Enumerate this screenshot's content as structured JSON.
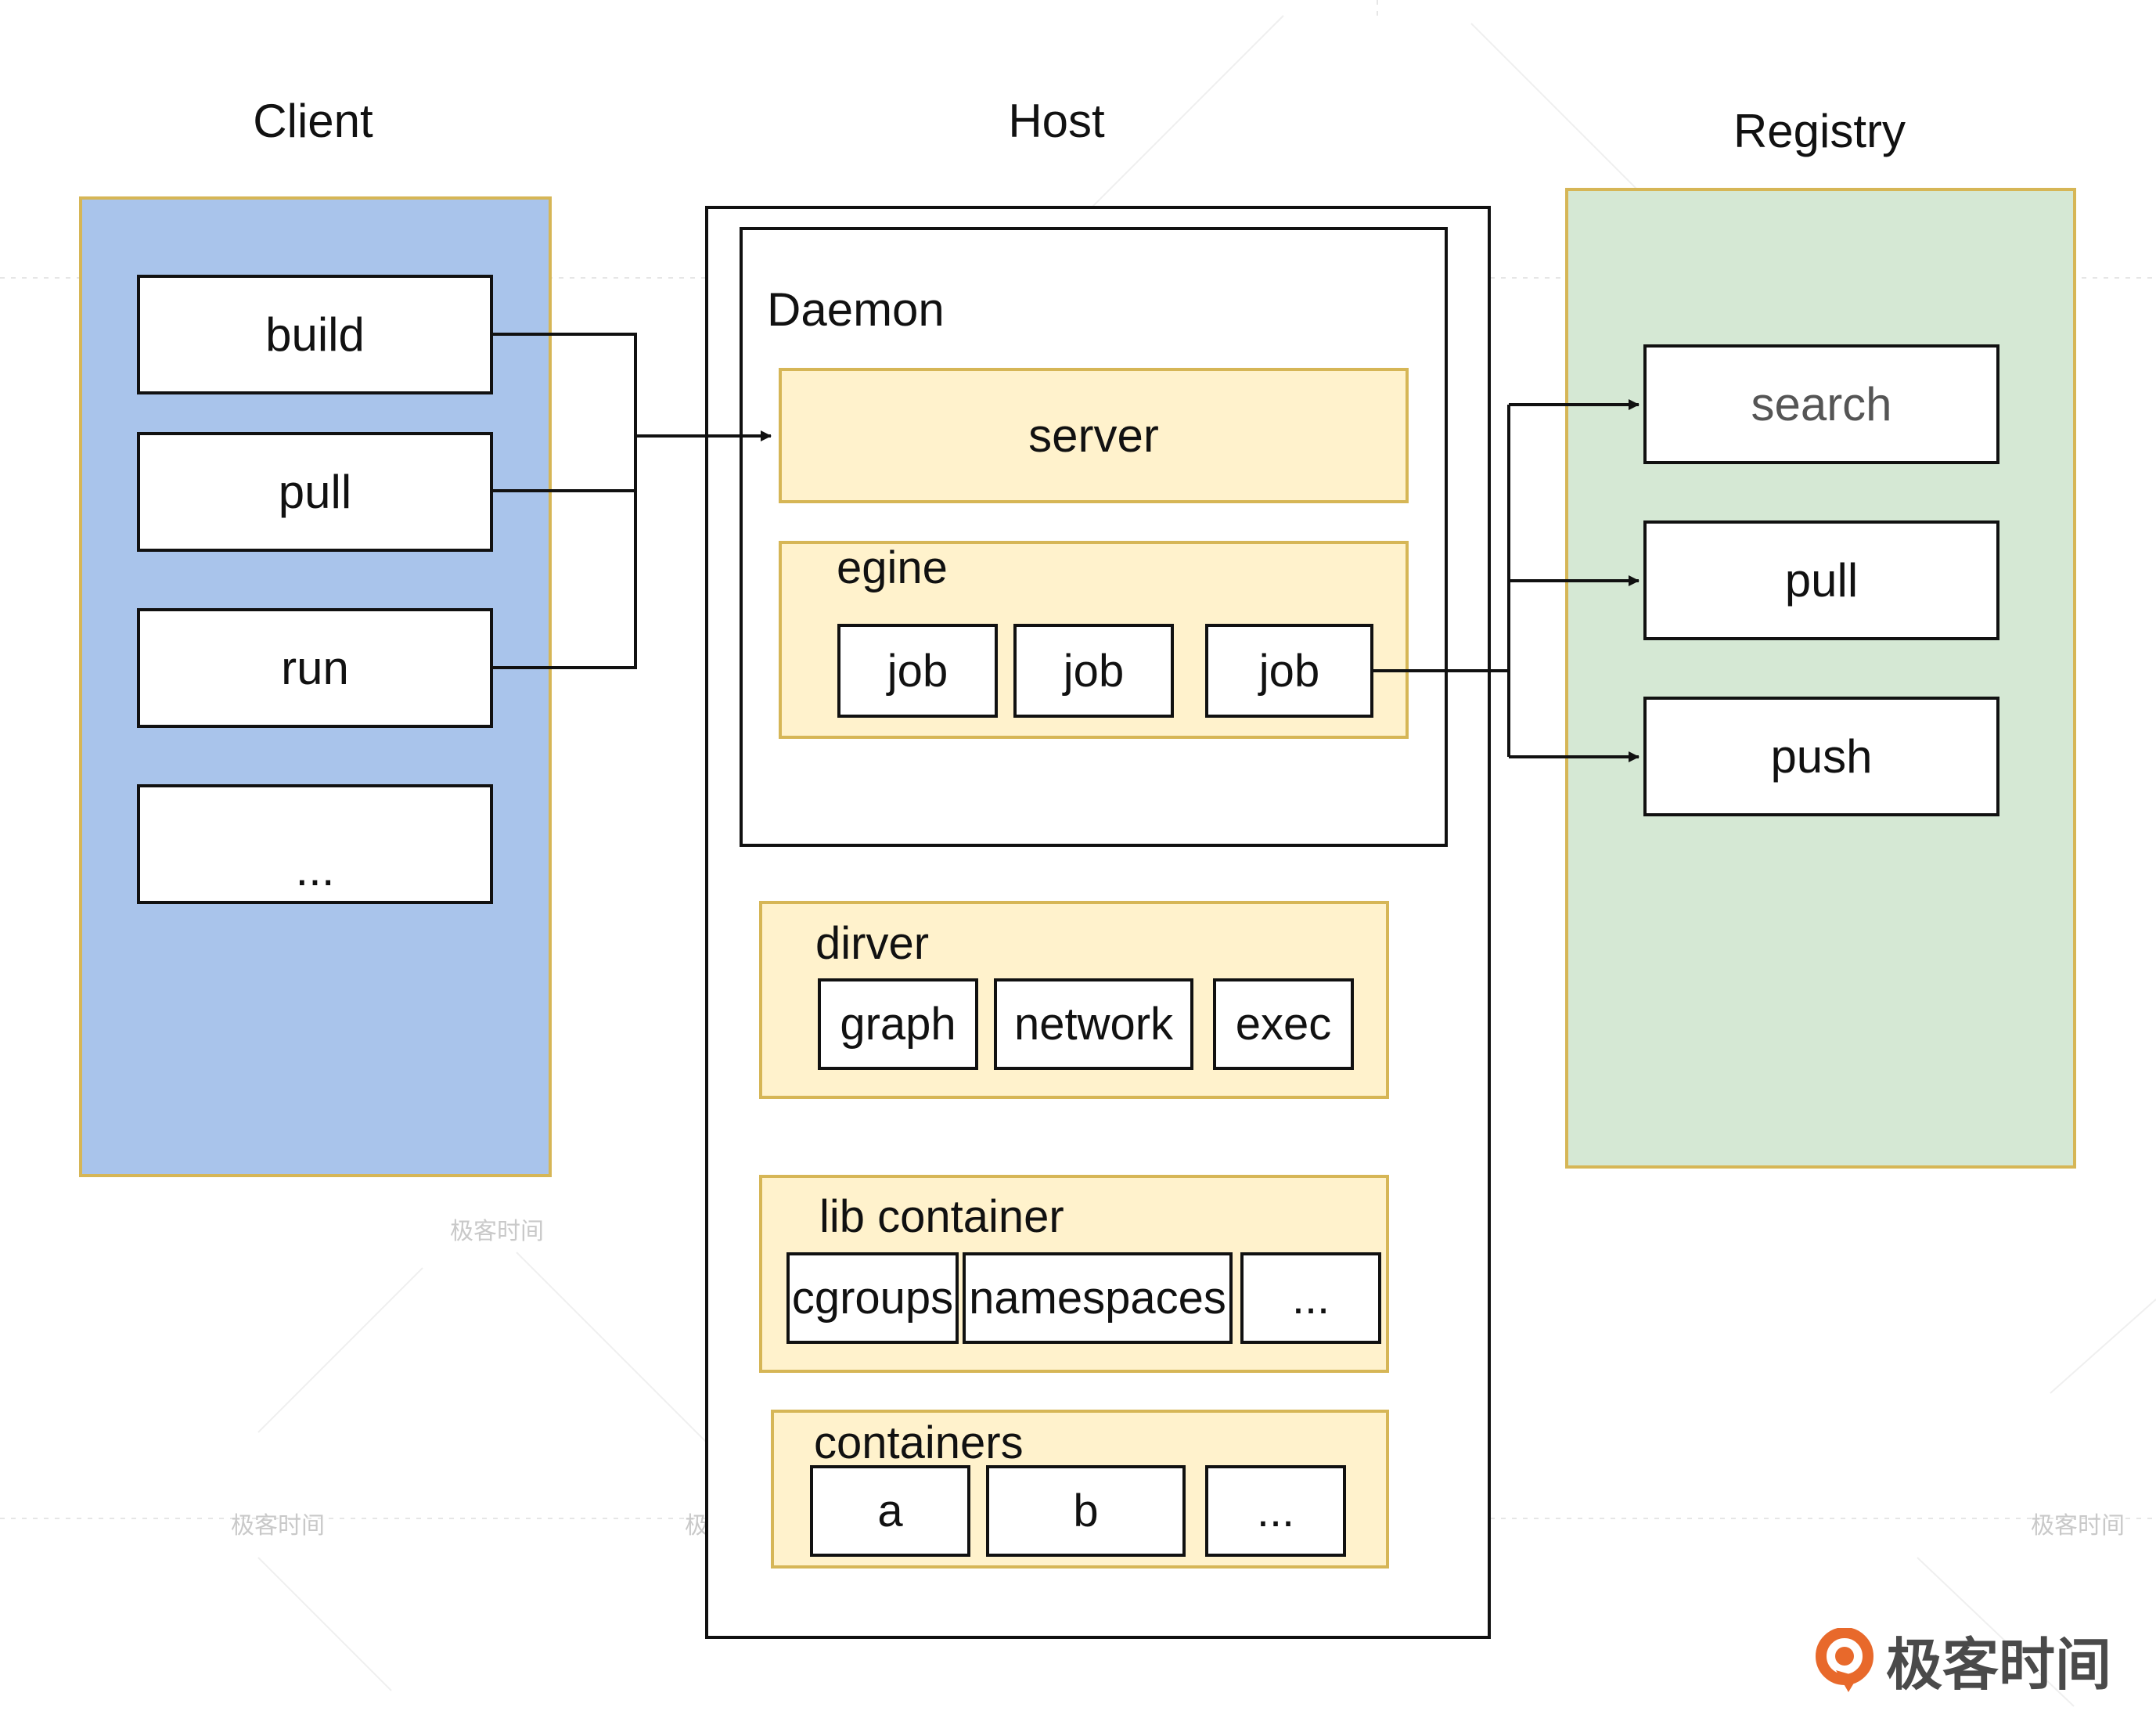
{
  "columns": {
    "client_title": "Client",
    "host_title": "Host",
    "registry_title": "Registry"
  },
  "client": {
    "commands": [
      "build",
      "pull",
      "run",
      "..."
    ]
  },
  "host": {
    "daemon": {
      "label": "Daemon",
      "server_label": "server",
      "engine": {
        "label": "egine",
        "jobs": [
          "job",
          "job",
          "job"
        ]
      }
    },
    "driver": {
      "label": "dirver",
      "items": [
        "graph",
        "network",
        "exec"
      ]
    },
    "lib_container": {
      "label": "lib container",
      "items": [
        "cgroups",
        "namespaces",
        "..."
      ]
    },
    "containers": {
      "label": "containers",
      "items": [
        "a",
        "b",
        "..."
      ]
    }
  },
  "registry": {
    "commands": [
      "search",
      "pull",
      "push"
    ]
  },
  "branding": {
    "logo_text": "极客时间",
    "watermark_text": "极客时间"
  },
  "colors": {
    "client_panel": "#a9c4eb",
    "registry_panel": "#d5e8d4",
    "component_fill": "#fff2cc",
    "component_border": "#d6b656",
    "logo_orange": "#e8692b"
  }
}
